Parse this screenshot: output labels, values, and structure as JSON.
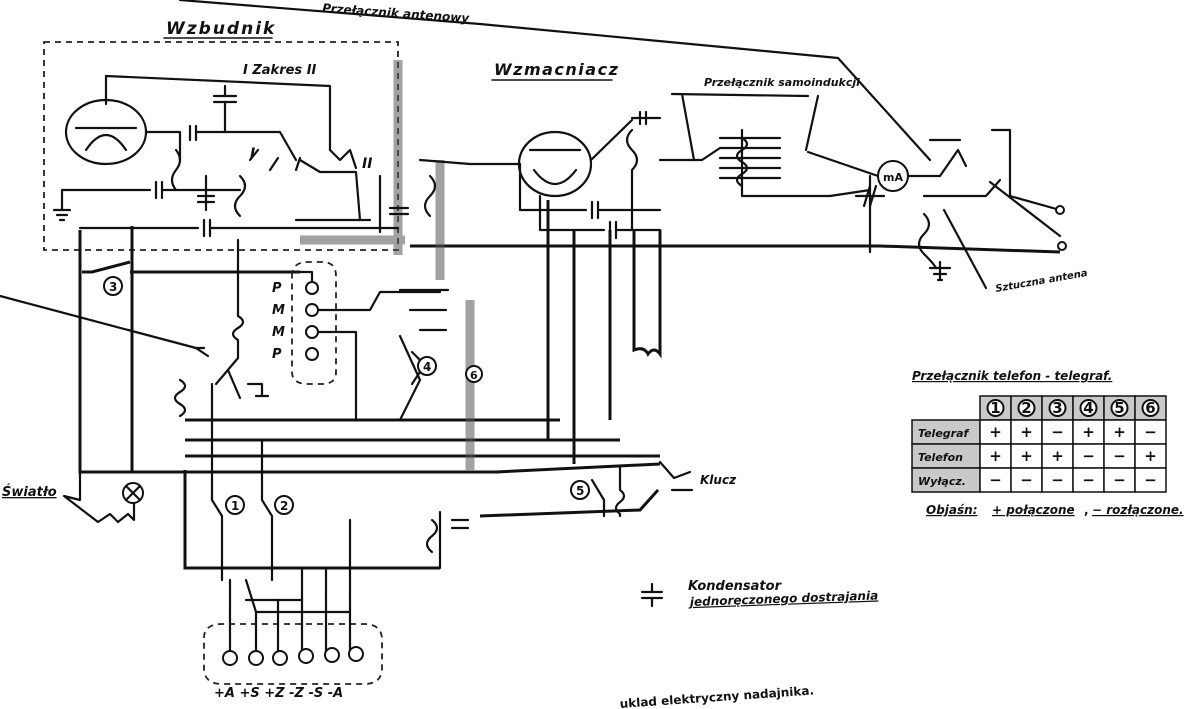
{
  "labels": {
    "exciter": "Wzbudnik",
    "range_switch": "I Zakres II",
    "aerial_switch": "Przełącznik antenowy",
    "amplifier": "Wzmacniacz",
    "self_induction_switch": "Przełącznik samoindukcji",
    "range_mark_1": "I",
    "range_mark_2": "II",
    "artificial_antenna": "Sztuczna antena",
    "key": "Klucz",
    "lights": "Światło",
    "condenser_title": "Kondensator",
    "condenser_subtitle": "jednoręczonego dostrajania",
    "caption": "uklad elektryczny nadajnika.",
    "meter": "mA",
    "pmmp": [
      "P",
      "M",
      "M",
      "P"
    ],
    "terminals": "+A +S +Z -Z -S -A"
  },
  "switch_numbers": {
    "sw1": "1",
    "sw2": "2",
    "sw3": "3",
    "sw4": "4",
    "sw6": "6",
    "sw5": "5"
  },
  "table": {
    "title": "Przełącznik telefon - telegraf.",
    "header": [
      "1",
      "2",
      "3",
      "4",
      "5",
      "6"
    ],
    "rows": [
      {
        "label": "Telegraf",
        "cells": [
          "+",
          "+",
          "−",
          "+",
          "+",
          "−"
        ]
      },
      {
        "label": "Telefon",
        "cells": [
          "+",
          "+",
          "+",
          "−",
          "−",
          "+"
        ]
      },
      {
        "label": "Wyłącz.",
        "cells": [
          "−",
          "−",
          "−",
          "−",
          "−",
          "−"
        ]
      }
    ],
    "legend_prefix": "Objaśn:",
    "legend_plus": "+ połączone",
    "legend_sep": ",",
    "legend_minus": "− rozłączone."
  }
}
